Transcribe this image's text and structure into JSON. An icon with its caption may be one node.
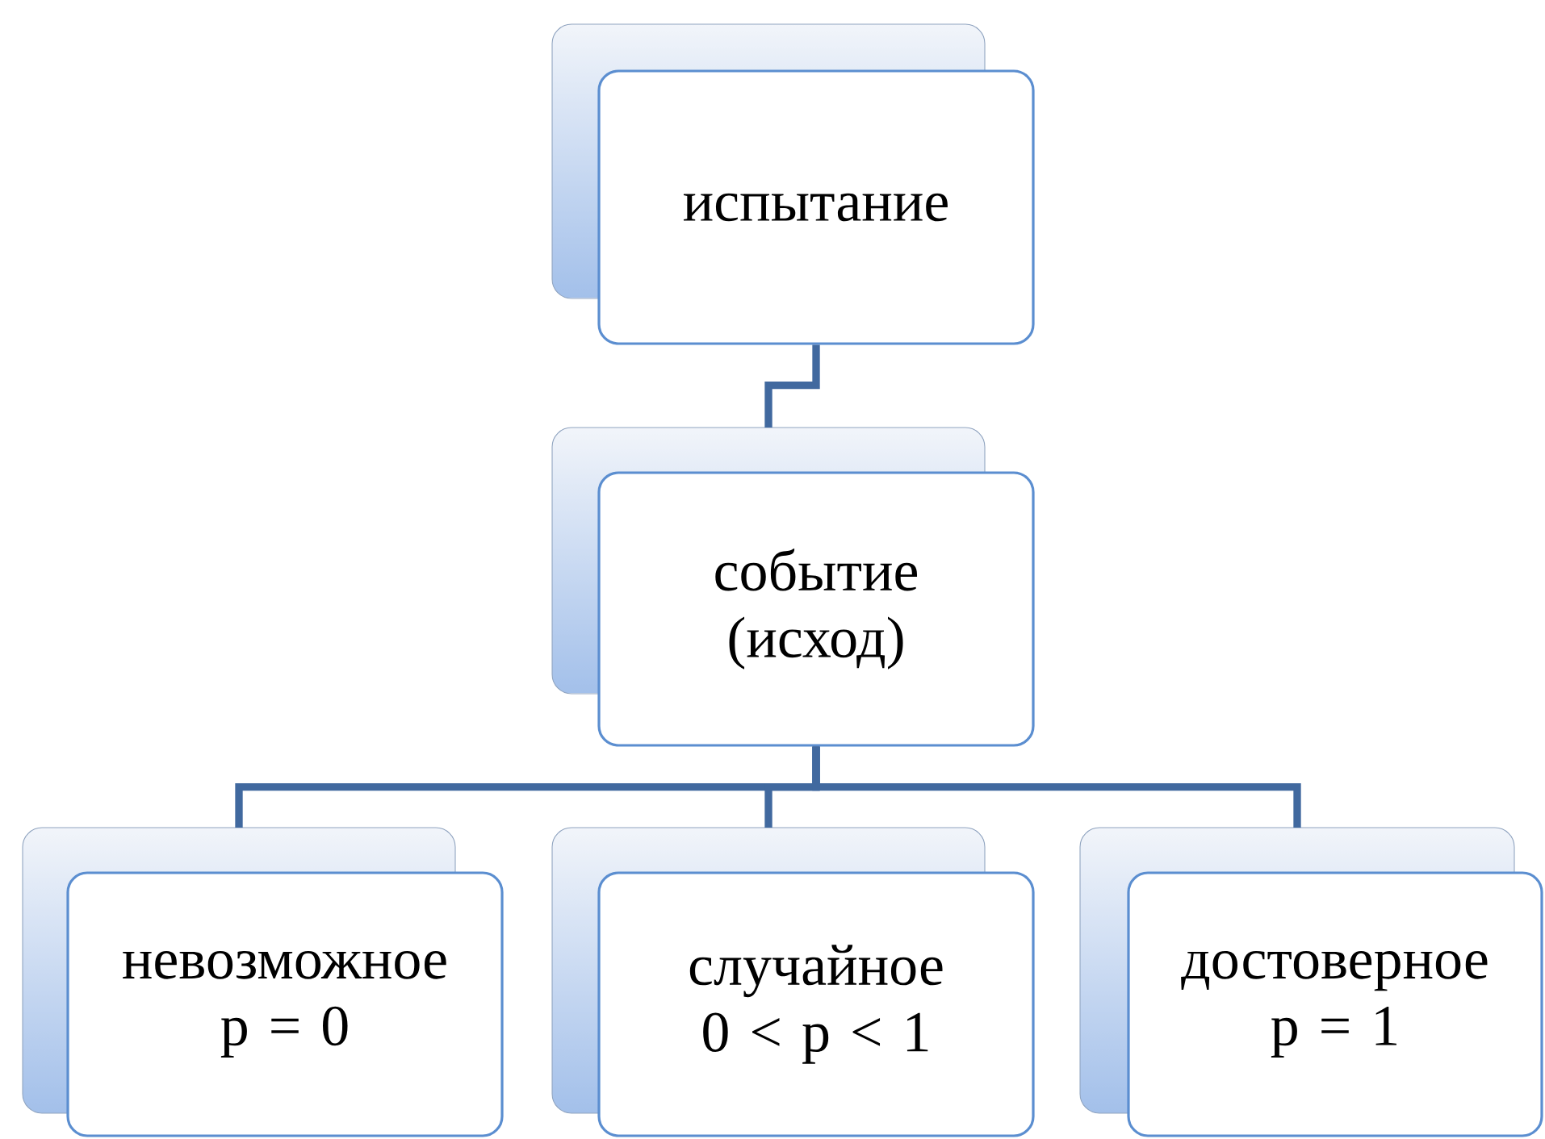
{
  "diagram": {
    "nodes": [
      {
        "text": [
          "испытание"
        ]
      },
      {
        "text": [
          "событие (исход)"
        ]
      },
      {
        "text": [
          "невозможное p = 0"
        ]
      },
      {
        "text": [
          "случайное 0 < p < 1"
        ]
      },
      {
        "text": [
          "достоверное p = 1"
        ]
      }
    ],
    "edges": [
      {
        "from": 0,
        "to": 1,
        "arrow": "none"
      },
      {
        "from": 1,
        "to": 2,
        "arrow": "none"
      },
      {
        "from": 1,
        "to": 3,
        "arrow": "none"
      },
      {
        "from": 1,
        "to": 4,
        "arrow": "none"
      }
    ]
  }
}
